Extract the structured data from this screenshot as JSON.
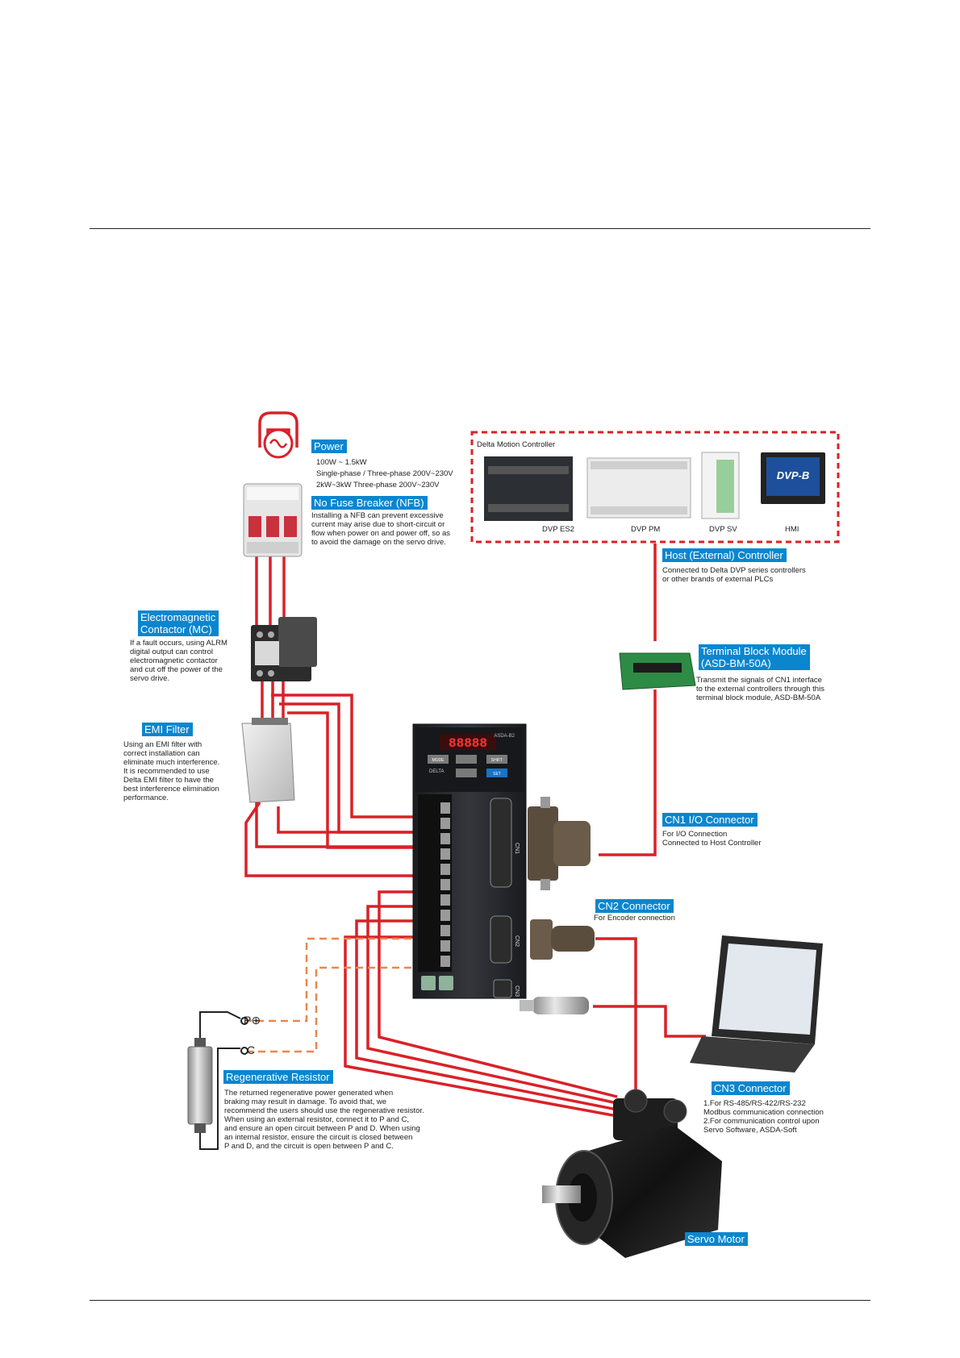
{
  "colors": {
    "accent": "#0a86cf",
    "wire": "#d92128",
    "dashed_wire": "#e9874e"
  },
  "motion_controller": {
    "title": "Delta Motion Controller",
    "devices": [
      "DVP ES2",
      "DVP PM",
      "DVP SV",
      "HMI"
    ],
    "hmi_screen_text": "DVP-B"
  },
  "power": {
    "label": "Power",
    "spec": "100W ~ 1.5kW\nSingle-phase / Three-phase 200V~230V\n2kW~3kW    Three-phase 200V~230V"
  },
  "nfb": {
    "label": "No Fuse Breaker (NFB)",
    "desc": "Installing a NFB can prevent excessive\ncurrent may arise due to short-circuit or\nflow when power on and power off, so as\nto avoid the damage on the servo drive."
  },
  "host_controller": {
    "label": "Host (External) Controller",
    "desc": "Connected to Delta DVP series controllers\nor other brands of external PLCs"
  },
  "mc": {
    "label": "Electromagnetic\nContactor (MC)",
    "desc": "If a fault occurs, using ALRM\ndigital output can control\nelectromagnetic contactor\nand cut off the power of the\nservo drive."
  },
  "terminal_block": {
    "label": "Terminal Block Module\n(ASD-BM-50A)",
    "desc": "Transmit the signals of CN1 interface\nto the external controllers through this\nterminal block module, ASD-BM-50A"
  },
  "emi": {
    "label": "EMI Filter",
    "desc": "Using an EMI filter with\ncorrect installation can\neliminate much interference.\nIt is recommended to use\nDelta EMI filter to have the\nbest interference elimination\nperformance."
  },
  "drive": {
    "display": "88888",
    "model": "ASDA-B2",
    "brand": "DELTA",
    "buttons": [
      "MODE",
      "SHIFT",
      "SET"
    ],
    "ports": [
      "CN1",
      "CN2",
      "CN3"
    ]
  },
  "cn1": {
    "label": "CN1 I/O Connector",
    "desc": "For I/O Connection\nConnected to Host Controller"
  },
  "cn2": {
    "label": "CN2 Connector",
    "desc": "For Encoder connection"
  },
  "cn3": {
    "label": "CN3 Connector",
    "desc": "1.For RS-485/RS-422/RS-232\n   Modbus communication connection\n2.For communication control upon\n   Servo Software, ASDA-Soft"
  },
  "resistor_terminals": {
    "p": "P⊕",
    "c": "C"
  },
  "regen": {
    "label": "Regenerative Resistor",
    "desc": "The returned regenerative power generated when\nbraking may result in damage. To avoid that, we\nrecommend the users should use the regenerative resistor.\nWhen using an external resistor, connect it to P and C,\nand ensure an open circuit between P and D. When using\nan internal resistor, ensure the circuit is closed between\nP and D, and the circuit is open between P and C."
  },
  "servo_motor": {
    "label": "Servo Motor"
  }
}
